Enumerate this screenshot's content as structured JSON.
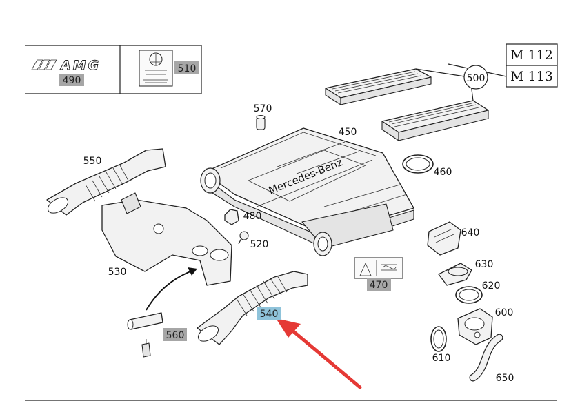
{
  "engines": [
    "M 112",
    "M 113"
  ],
  "brand_text": "Mercedes-Benz",
  "logo_text": "AMG",
  "colors": {
    "label_box_grey": "#a6a6a6",
    "label_box_highlight": "#8fc3da",
    "arrow_red": "#e53935",
    "line": "#222222"
  },
  "parts": [
    {
      "id": "490",
      "boxed": true
    },
    {
      "id": "510",
      "boxed": true
    },
    {
      "id": "500",
      "boxed": false
    },
    {
      "id": "570",
      "boxed": false
    },
    {
      "id": "450",
      "boxed": false
    },
    {
      "id": "550",
      "boxed": false
    },
    {
      "id": "460",
      "boxed": false
    },
    {
      "id": "480",
      "boxed": false
    },
    {
      "id": "520",
      "boxed": false
    },
    {
      "id": "640",
      "boxed": false
    },
    {
      "id": "530",
      "boxed": false
    },
    {
      "id": "630",
      "boxed": false
    },
    {
      "id": "470",
      "boxed": true
    },
    {
      "id": "620",
      "boxed": false
    },
    {
      "id": "540",
      "boxed": true,
      "highlighted": true
    },
    {
      "id": "600",
      "boxed": false
    },
    {
      "id": "560",
      "boxed": true
    },
    {
      "id": "610",
      "boxed": false
    },
    {
      "id": "650",
      "boxed": false
    }
  ]
}
